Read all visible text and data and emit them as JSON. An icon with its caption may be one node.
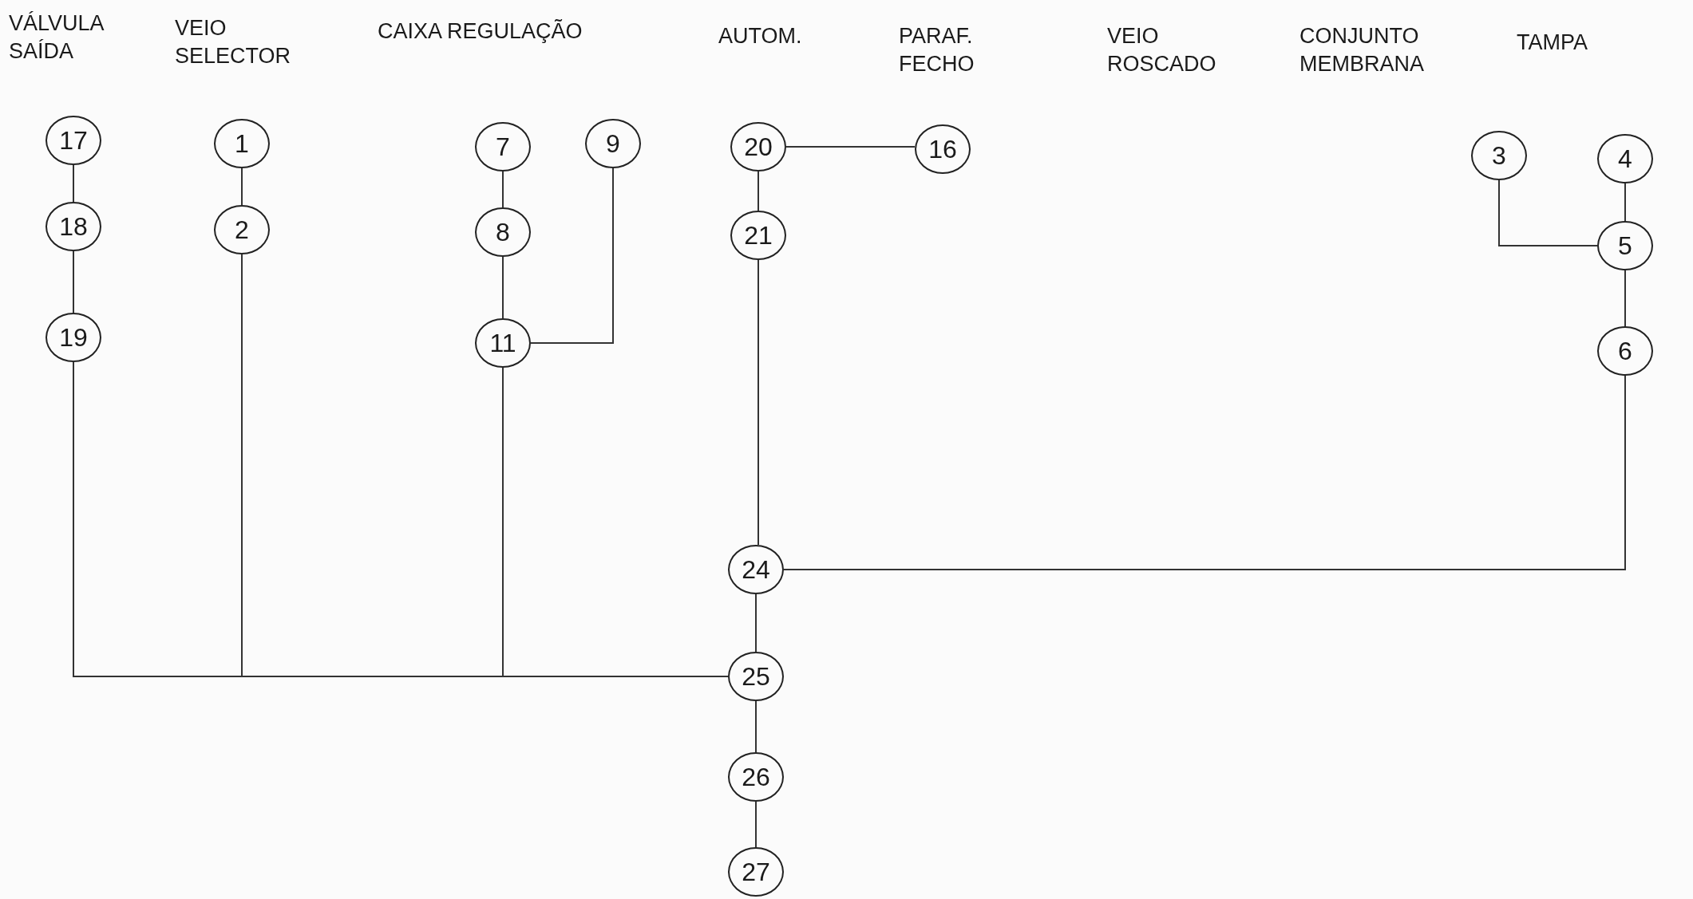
{
  "diagram": {
    "nodes": [
      {
        "text": [
          "17"
        ]
      },
      {
        "text": [
          "1"
        ]
      },
      {
        "text": [
          "7"
        ]
      },
      {
        "text": [
          "9"
        ]
      },
      {
        "text": [
          "20"
        ]
      },
      {
        "text": [
          "16"
        ]
      },
      {
        "text": [
          "3"
        ]
      },
      {
        "text": [
          "4"
        ]
      },
      {
        "text": [
          "18"
        ]
      },
      {
        "text": [
          "2"
        ]
      },
      {
        "text": [
          "8"
        ]
      },
      {
        "text": [
          "21"
        ]
      },
      {
        "text": [
          "5"
        ]
      },
      {
        "text": [
          "19"
        ]
      },
      {
        "text": [
          "11"
        ]
      },
      {
        "text": [
          "6"
        ]
      },
      {
        "text": [
          "24"
        ]
      },
      {
        "text": [
          "25"
        ]
      },
      {
        "text": [
          "26"
        ]
      },
      {
        "text": [
          "27"
        ]
      }
    ],
    "edges": [
      {
        "from": 0,
        "to": 8,
        "arrow": "none"
      },
      {
        "from": 8,
        "to": 13,
        "arrow": "none"
      },
      {
        "from": 13,
        "to": 17,
        "arrow": "none"
      },
      {
        "from": 1,
        "to": 9,
        "arrow": "none"
      },
      {
        "from": 9,
        "to": 17,
        "arrow": "none"
      },
      {
        "from": 2,
        "to": 10,
        "arrow": "none"
      },
      {
        "from": 10,
        "to": 14,
        "arrow": "none"
      },
      {
        "from": 3,
        "to": 14,
        "arrow": "none"
      },
      {
        "from": 14,
        "to": 17,
        "arrow": "none"
      },
      {
        "from": 4,
        "to": 5,
        "arrow": "none"
      },
      {
        "from": 4,
        "to": 11,
        "arrow": "none"
      },
      {
        "from": 11,
        "to": 16,
        "arrow": "none"
      },
      {
        "from": 6,
        "to": 12,
        "arrow": "none"
      },
      {
        "from": 7,
        "to": 12,
        "arrow": "none"
      },
      {
        "from": 12,
        "to": 15,
        "arrow": "none"
      },
      {
        "from": 15,
        "to": 16,
        "arrow": "none"
      },
      {
        "from": 16,
        "to": 17,
        "arrow": "none"
      },
      {
        "from": 17,
        "to": 18,
        "arrow": "none"
      },
      {
        "from": 18,
        "to": 19,
        "arrow": "none"
      }
    ],
    "labels": [
      "VÁLVULA SAÍDA",
      "VEIO SELECTOR",
      "CAIXA REGULAÇÃO",
      "AUTOM.",
      "PARAF. FECHO",
      "VEIO ROSCADO",
      "CONJUNTO MEMBRANA",
      "TAMPA"
    ]
  }
}
